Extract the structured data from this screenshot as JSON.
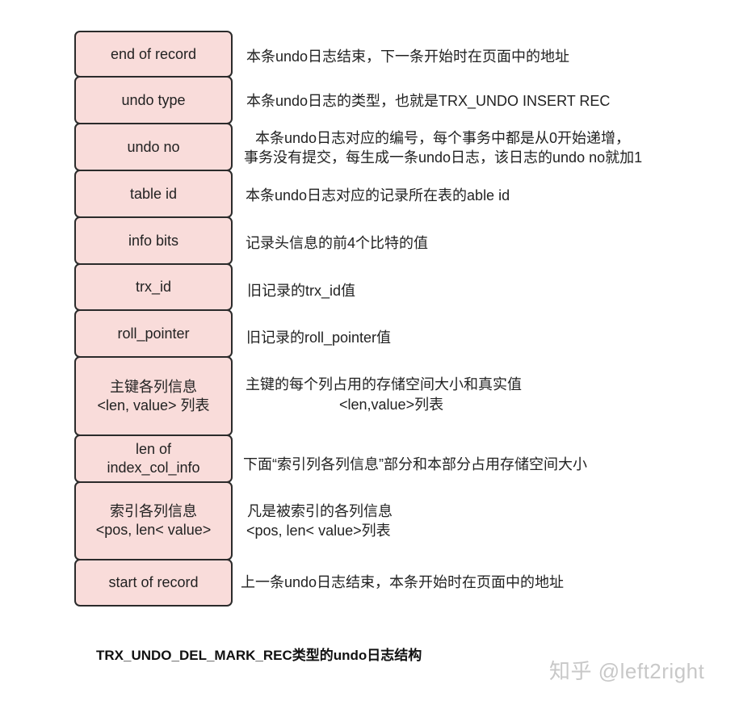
{
  "diagram": {
    "fields": [
      {
        "label": "end of record",
        "description": [
          "本条undo日志结束，下一条开始时在页面中的地址"
        ]
      },
      {
        "label": "undo type",
        "description": [
          "本条undo日志的类型，也就是TRX_UNDO INSERT REC"
        ]
      },
      {
        "label": "undo no",
        "description": [
          "本条undo日志对应的编号，每个事务中都是从0开始递增，",
          "事务没有提交，每生成一条undo日志，该日志的undo no就加1"
        ]
      },
      {
        "label": "table id",
        "description": [
          "本条undo日志对应的记录所在表的able id"
        ]
      },
      {
        "label": "info bits",
        "description": [
          "记录头信息的前4个比特的值"
        ]
      },
      {
        "label": "trx_id",
        "description": [
          "旧记录的trx_id值"
        ]
      },
      {
        "label": "roll_pointer",
        "description": [
          "旧记录的roll_pointer值"
        ]
      },
      {
        "label": "主键各列信息\n<len, value> 列表",
        "label_lines": [
          "主键各列信息",
          "<len, value> 列表"
        ],
        "description": [
          "主键的每个列占用的存储空间大小和真实值",
          "<len,value>列表"
        ]
      },
      {
        "label": "len of\nindex_col_info",
        "label_lines": [
          "len of",
          "index_col_info"
        ],
        "description": [
          "下面“索引列各列信息”部分和本部分占用存储空间大小"
        ]
      },
      {
        "label": "索引各列信息\n<pos, len< value>",
        "label_lines": [
          "索引各列信息",
          "<pos, len< value>"
        ],
        "description": [
          "凡是被索引的各列信息",
          "<pos, len< value>列表"
        ]
      },
      {
        "label": "start of record",
        "description": [
          "上一条undo日志结束，本条开始时在页面中的地址"
        ]
      }
    ],
    "caption": "TRX_UNDO_DEL_MARK_REC类型的undo日志结构",
    "watermark": "知乎 @left2right",
    "colors": {
      "box_fill": "#f9dcda",
      "box_border": "#2b2b2b",
      "text": "#222222",
      "watermark": "#c8c8c8"
    }
  }
}
